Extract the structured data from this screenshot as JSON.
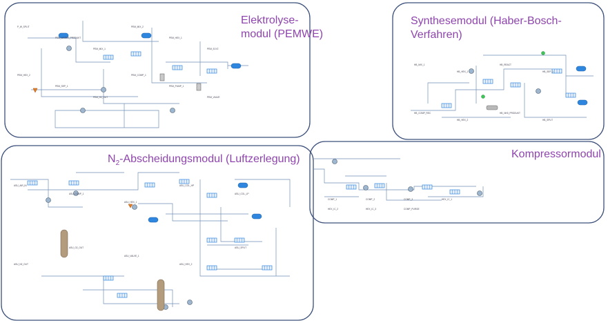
{
  "modules": {
    "electrolysis": {
      "line1": "Elektrolyse-",
      "line2": "modul (PEMWE)"
    },
    "synthesis": {
      "line1": "Synthesemodul (Haber-Bosch-",
      "line2": "Verfahren)"
    },
    "compressor": {
      "title": "Kompressormodul"
    },
    "air_separation": {
      "prefix": "N",
      "subscript": "2",
      "suffix": "-Abscheidungsmodul (Luftzerlegung)"
    }
  },
  "colors": {
    "module_border": "#3b4f7a",
    "title": "#8e44ad",
    "stream_line": "#6f8fb8",
    "equipment_blue": "#2e86de",
    "vessel": "#b39b7e"
  },
  "stream_labels": {
    "electrolysis": [
      "P_W_SPLIT",
      "PEM_WATER_PRODUKT",
      "PEM_MIX_1",
      "PEM_MIX_2",
      "PEM_HEX_1",
      "PEM_ELYZ",
      "PEM_HEX_2",
      "PEM_SEP_1",
      "PEM_H2_OUT",
      "PEM_COMP_1",
      "PEM_PUMP_1",
      "PEM_VALVE"
    ],
    "synthesis": [
      "HB_MIX_1",
      "HB_HEX_1",
      "HB_REACT",
      "HB_SEP_1",
      "HB_COMP_REC",
      "HB_HEX_2",
      "HB_NH3_PRODUKT",
      "HB_SPLIT"
    ],
    "compressor": [
      "COMP_1",
      "COMP_2",
      "COMP_3",
      "HEX_IC_1",
      "HEX_IC_2",
      "HEX_IC_3",
      "COMP_PURGE"
    ],
    "air_separation": [
      "ASU_AIR_IN",
      "ASU_COMP_1",
      "ASU_HEX_1",
      "ASU_COL_HP",
      "ASU_COL_LP",
      "ASU_N2_OUT",
      "ASU_O2_OUT",
      "ASU_VALVE_1",
      "ASU_HEX_2",
      "ASU_SPLIT"
    ]
  }
}
